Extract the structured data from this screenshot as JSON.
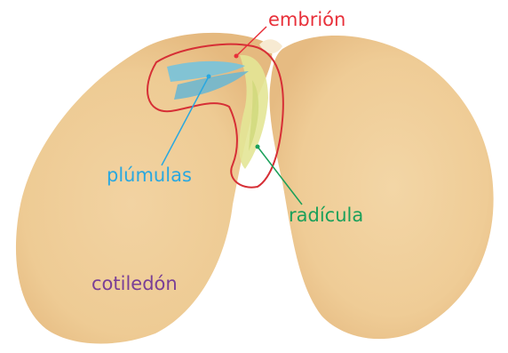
{
  "labels": {
    "embrion": "embrión",
    "plumulas": "plúmulas",
    "radicula": "radícula",
    "cotiledon": "cotiledón"
  },
  "colors": {
    "background": "#ffffff",
    "cotyledon_fill": "#f0cd98",
    "cotyledon_shade": "#e6bb80",
    "embryo_outline": "#d62f36",
    "plumule_fill": "#7cc3d8",
    "radicle_fill": "#e6e79a",
    "embrion_label": "#e8303a",
    "plumulas_label": "#29a8e0",
    "radicula_label": "#1aa05a",
    "cotiledon_label": "#7a3f96"
  }
}
